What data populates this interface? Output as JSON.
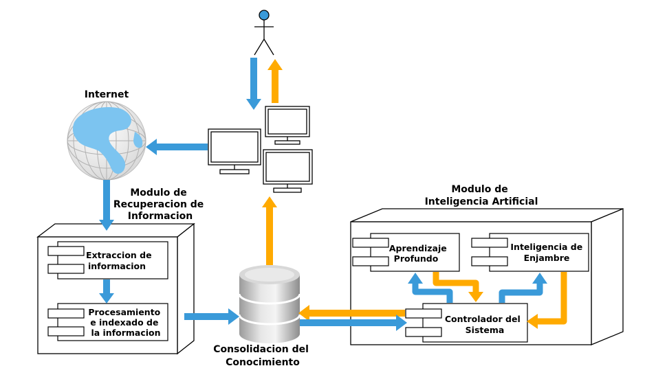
{
  "labels": {
    "internet": "Internet",
    "recuperacion": [
      "Modulo de",
      "Recuperacion de",
      "Informacion"
    ],
    "ia": [
      "Modulo de",
      "Inteligencia Artificial"
    ],
    "consolidacion": [
      "Consolidacion del",
      "Conocimiento"
    ]
  },
  "components": {
    "extraccion": [
      "Extraccion de",
      "informacion"
    ],
    "procesamiento": [
      "Procesamiento",
      "e indexado de",
      "la informacion"
    ],
    "aprendizaje": [
      "Aprendizaje",
      "Profundo"
    ],
    "enjambre": [
      "Inteligencia de",
      "Enjambre"
    ],
    "controlador": [
      "Controlador del",
      "Sistema"
    ]
  },
  "colors": {
    "blue_arrow": "#3a9ad9",
    "orange_arrow": "#ffaa00",
    "person_head": "#3a9ad9",
    "globe_land": "#7cc4f0"
  }
}
